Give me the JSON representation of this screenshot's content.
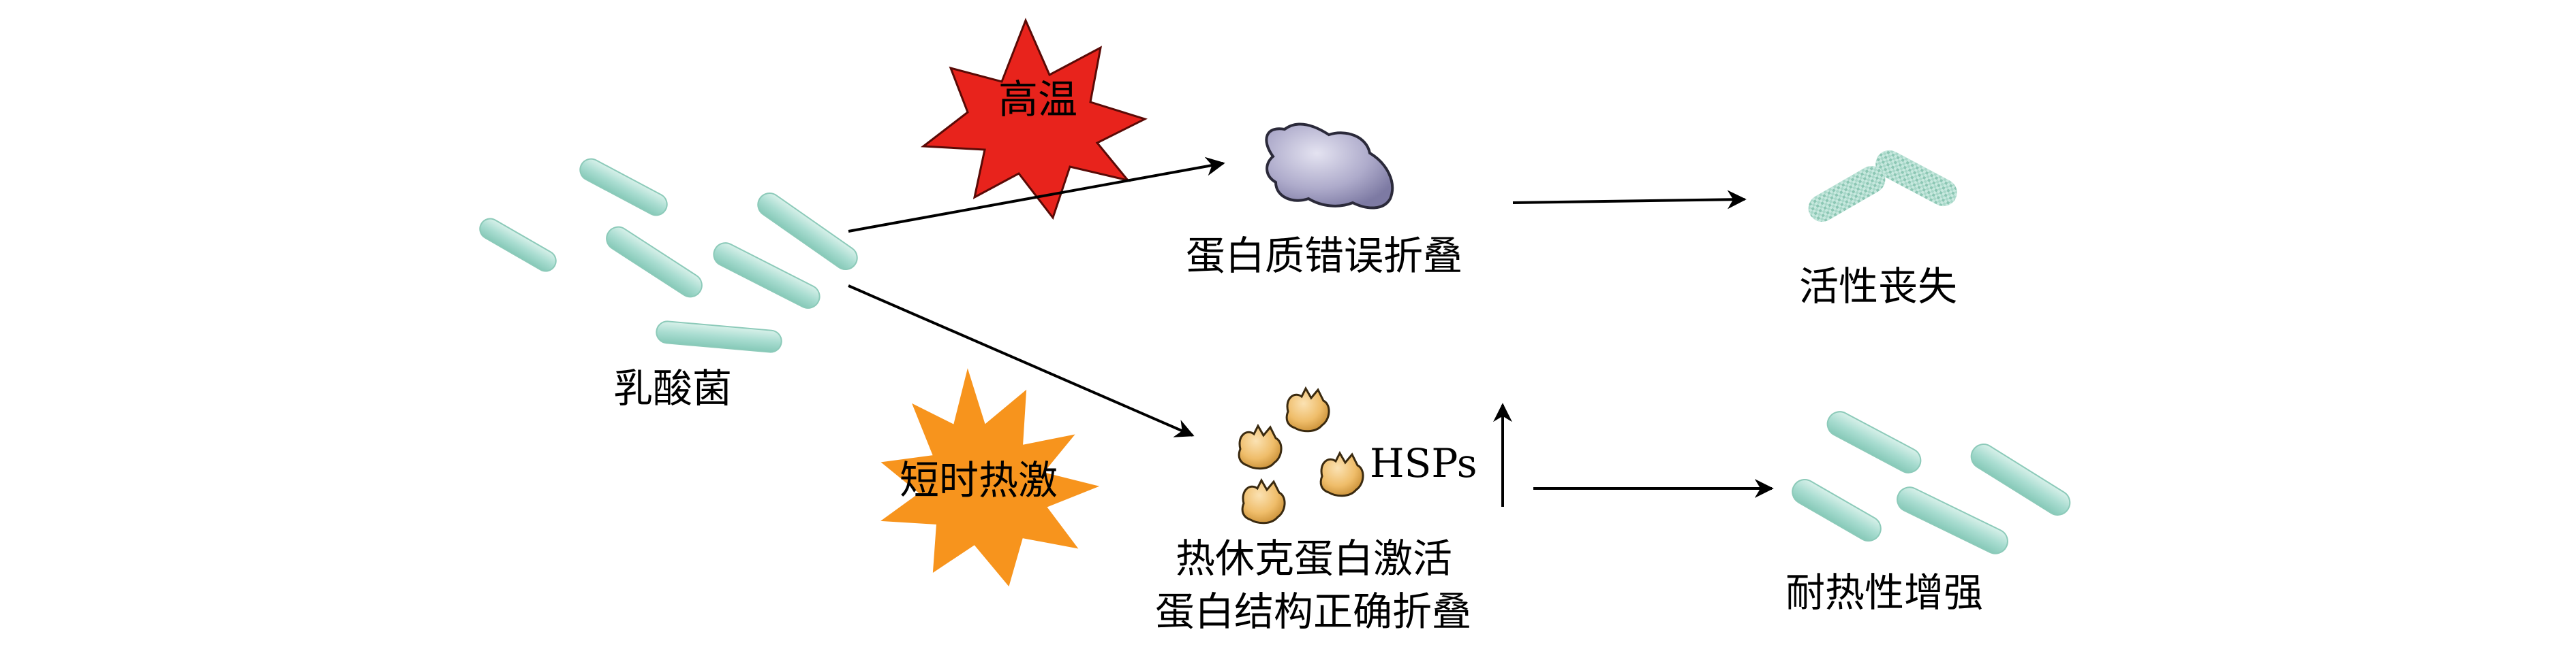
{
  "labels": {
    "high_temp": "高温",
    "short_heat_shock": "短时热激",
    "lab": "乳酸菌",
    "misfold": "蛋白质错误折叠",
    "inactive": "活性丧失",
    "hsps": "HSPs",
    "hsp_activate_line1": "热休克蛋白激活",
    "hsp_activate_line2": "蛋白结构正确折叠",
    "heat_resistance": "耐热性增强"
  },
  "colors": {
    "bacteria_fill": "#a9ddd1",
    "bacteria_stroke": "#7cc4b2",
    "inactive_bacteria": "#8fc9b6",
    "burst_red": "#e8231c",
    "burst_orange": "#f7941d",
    "misfolded_protein": "#a9a6c8",
    "hsp_protein": "#f2c27a",
    "arrow": "#000000"
  }
}
